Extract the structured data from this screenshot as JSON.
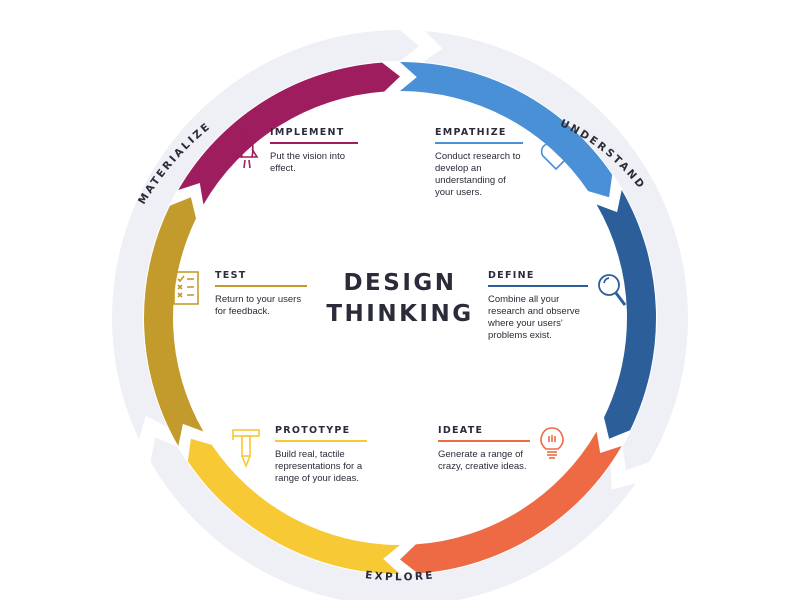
{
  "center": {
    "line1": "DESIGN",
    "line2": "THINKING"
  },
  "phases": [
    {
      "id": "understand",
      "label": "UNDERSTAND"
    },
    {
      "id": "explore",
      "label": "EXPLORE"
    },
    {
      "id": "materialize",
      "label": "MATERIALIZE"
    }
  ],
  "colors": {
    "empathize": "#4a90d6",
    "define": "#2c5f9a",
    "ideate": "#ee6a45",
    "prototype": "#f7c935",
    "test": "#c39b2d",
    "implement": "#9e1d5e",
    "outer_ring": "#eef0f5"
  },
  "stages": [
    {
      "id": "empathize",
      "title": "EMPATHIZE",
      "icon": "heart-person-icon",
      "description": "Conduct research to develop an understanding of your users."
    },
    {
      "id": "define",
      "title": "DEFINE",
      "icon": "magnifier-icon",
      "description": "Combine all your research and observe where your users' problems exist."
    },
    {
      "id": "ideate",
      "title": "IDEATE",
      "icon": "lightbulb-icon",
      "description": "Generate a range of crazy, creative ideas."
    },
    {
      "id": "prototype",
      "title": "PROTOTYPE",
      "icon": "tools-icon",
      "description": "Build real, tactile representations for a range of your ideas."
    },
    {
      "id": "test",
      "title": "TEST",
      "icon": "checklist-icon",
      "description": "Return to your users for feedback."
    },
    {
      "id": "implement",
      "title": "IMPLEMENT",
      "icon": "rocket-icon",
      "description": "Put the vision into effect."
    }
  ]
}
